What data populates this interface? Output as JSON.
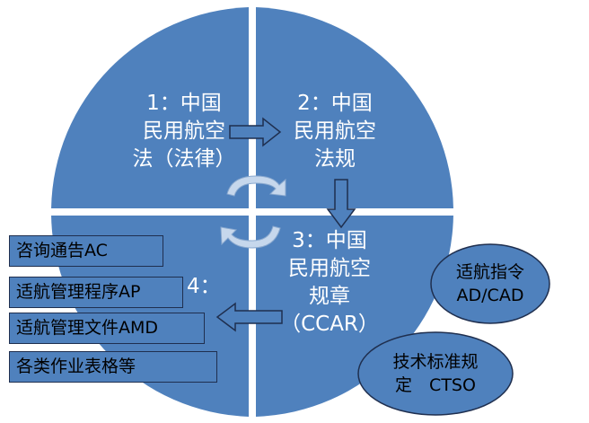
{
  "quadrants": {
    "q1": {
      "lines": [
        "1：中国",
        "民用航空",
        "法（法律）"
      ]
    },
    "q2": {
      "lines": [
        "2：中国",
        "民用航空",
        "法规"
      ]
    },
    "q3": {
      "lines": [
        "3：中国",
        "民用航空",
        "规章",
        "（CCAR）"
      ]
    },
    "q4": {
      "label": "4："
    }
  },
  "documents": [
    {
      "label": "咨询通告AC"
    },
    {
      "label": "适航管理程序AP"
    },
    {
      "label": "适航管理文件AMD"
    },
    {
      "label": "各类作业表格等"
    }
  ],
  "ovals": {
    "ad": {
      "lines": [
        "适航指令",
        "AD/CAD"
      ]
    },
    "ctso": {
      "lines": [
        "技术标准规",
        "定　CTSO"
      ]
    }
  },
  "colors": {
    "quadrant_fill": "#4f81bd",
    "arrow_fill": "#4f81bd",
    "outline": "#1f2f4f",
    "cycle_arrow": "#c6d7ec"
  }
}
